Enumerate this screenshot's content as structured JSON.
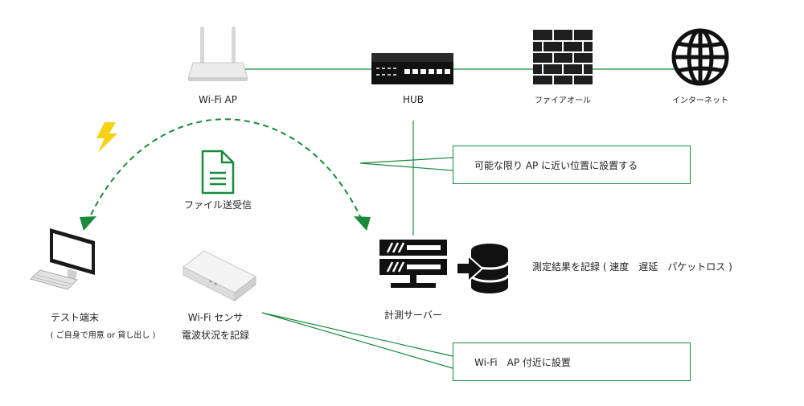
{
  "nodes": {
    "wifi_ap": "Wi-Fi AP",
    "hub": "HUB",
    "firewall": "ファイアオール",
    "internet": "インターネット",
    "file_transfer": "ファイル送受信",
    "test_terminal": "テスト端末",
    "test_terminal_note": "( ご自身で用意 or 貸し出し )",
    "wifi_sensor": "Wi-Fi センサ",
    "wifi_sensor_note": "電波状況を記録",
    "measurement_server": "計測サーバー",
    "database_note": "測定結果を記録 ( 速度　遅延　パケットロス )"
  },
  "callouts": {
    "server_placement": "可能な限り AP に近い位置に設置する",
    "sensor_placement": "Wi-Fi　AP 付近に設置"
  },
  "colors": {
    "link_line": "#1a8a3c",
    "accent_green": "#1a8a3c",
    "icon_dark": "#1a1a1a",
    "lightning": "#f7d117"
  },
  "icons": [
    "wifi-router-icon",
    "hub-icon",
    "firewall-icon",
    "globe-icon",
    "document-icon",
    "lightning-icon",
    "monitor-icon",
    "sensor-device-icon",
    "server-icon",
    "database-icon"
  ]
}
